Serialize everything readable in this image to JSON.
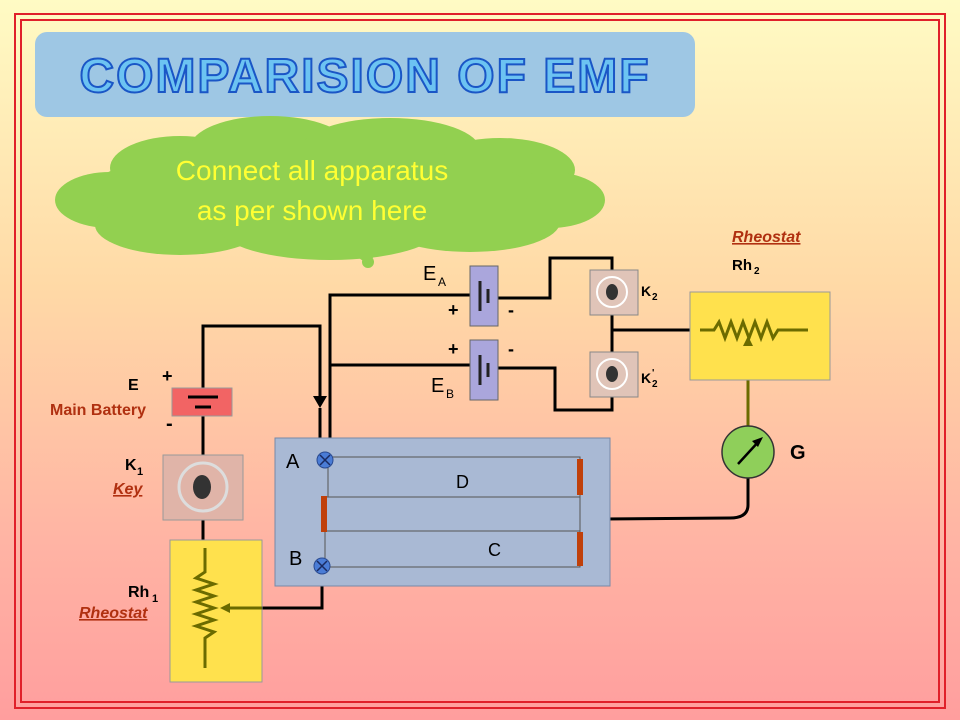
{
  "title": "COMPARISION OF EMF",
  "cloud": {
    "line1": "Connect all apparatus",
    "line2": "as per shown here"
  },
  "battery": {
    "label": "E",
    "caption": "Main Battery",
    "plus": "+",
    "minus": "-"
  },
  "key1": {
    "label": "K",
    "sub": "1",
    "caption": "Key"
  },
  "rheostat1": {
    "label": "Rh",
    "sub": "1",
    "caption": "Rheostat"
  },
  "rheostat2": {
    "caption": "Rheostat",
    "label": "Rh",
    "sub": "2"
  },
  "cellA": {
    "label": "E",
    "sub": "A",
    "plus": "+",
    "minus": "-"
  },
  "cellB": {
    "label": "E",
    "sub": "B",
    "plus": "+",
    "minus": "-"
  },
  "key2": {
    "label": "K",
    "sub": "2"
  },
  "key2b": {
    "label": "K",
    "sup": "'",
    "sub": "2"
  },
  "galvanometer": {
    "label": "G"
  },
  "potentiometer": {
    "a": "A",
    "b": "B",
    "c": "C",
    "d": "D"
  },
  "colors": {
    "border": "#e0202a",
    "title_fill": "#6cc3f2",
    "title_stroke": "#1a56c6",
    "cloud": "#92d050",
    "cloud_text": "#ffff33",
    "rheostat": "#ffe14d",
    "potentiometer": "#a9b9d4"
  }
}
